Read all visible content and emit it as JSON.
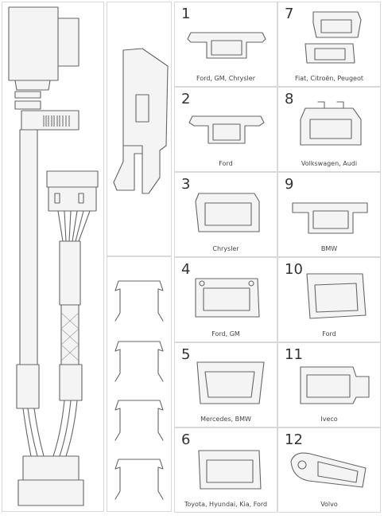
{
  "connectors": [
    {
      "number": "1",
      "label": "Ford, GM, Chrysler"
    },
    {
      "number": "7",
      "label": "Fiat, Citroën, Peugeot"
    },
    {
      "number": "2",
      "label": "Ford"
    },
    {
      "number": "8",
      "label": "Volkswagen, Audi"
    },
    {
      "number": "3",
      "label": "Chrysler"
    },
    {
      "number": "9",
      "label": "BMW"
    },
    {
      "number": "4",
      "label": "Ford, GM"
    },
    {
      "number": "10",
      "label": "Ford"
    },
    {
      "number": "5",
      "label": "Mercedes, BMW"
    },
    {
      "number": "11",
      "label": "Iveco"
    },
    {
      "number": "6",
      "label": "Toyota, Hyundai, Kia, Ford"
    },
    {
      "number": "12",
      "label": "Volvo"
    }
  ]
}
